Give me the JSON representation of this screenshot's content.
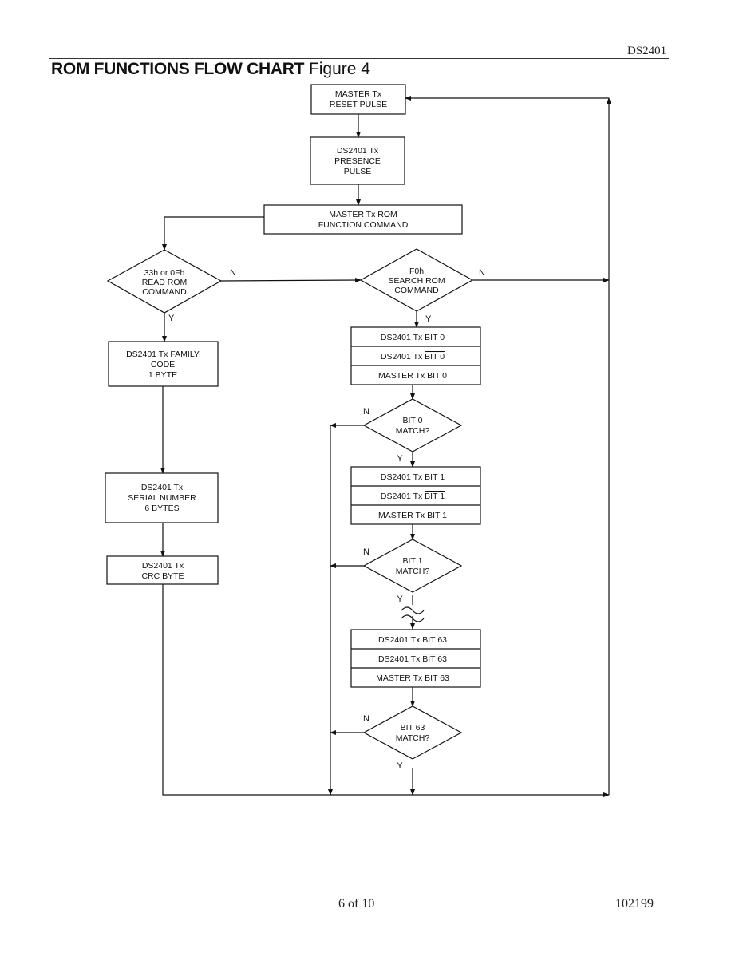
{
  "header": {
    "doc_id": "DS2401",
    "title_bold": "ROM FUNCTIONS FLOW CHART",
    "title_figure": "Figure 4"
  },
  "flowchart": {
    "reset": [
      "MASTER Tx",
      "RESET PULSE"
    ],
    "presence": [
      "DS2401 Tx",
      "PRESENCE",
      "PULSE"
    ],
    "rom_cmd": [
      "MASTER Tx ROM",
      "FUNCTION COMMAND"
    ],
    "read_rom": [
      "33h or 0Fh",
      "READ ROM",
      "COMMAND"
    ],
    "search_rom": [
      "F0h",
      "SEARCH ROM",
      "COMMAND"
    ],
    "family": [
      "DS2401 Tx FAMILY",
      "CODE",
      "1 BYTE"
    ],
    "serial": [
      "DS2401 Tx",
      "SERIAL NUMBER",
      "6 BYTES"
    ],
    "crc": [
      "DS2401 Tx",
      "CRC BYTE"
    ],
    "bit_groups": [
      {
        "bit": "DS2401 Tx BIT 0",
        "bit_comp_prefix": "DS2401 Tx ",
        "bit_comp": "BIT 0",
        "master": "MASTER Tx BIT 0",
        "match": [
          "BIT 0",
          "MATCH?"
        ]
      },
      {
        "bit": "DS2401 Tx BIT 1",
        "bit_comp_prefix": "DS2401 Tx ",
        "bit_comp": "BIT 1",
        "master": "MASTER Tx BIT 1",
        "match": [
          "BIT 1",
          "MATCH?"
        ]
      },
      {
        "bit": "DS2401 Tx BIT 63",
        "bit_comp_prefix": "DS2401 Tx ",
        "bit_comp": "BIT 63",
        "master": "MASTER Tx BIT 63",
        "match": [
          "BIT 63",
          "MATCH?"
        ]
      }
    ],
    "yes": "Y",
    "no": "N"
  },
  "footer": {
    "page": "6 of 10",
    "code": "102199"
  }
}
